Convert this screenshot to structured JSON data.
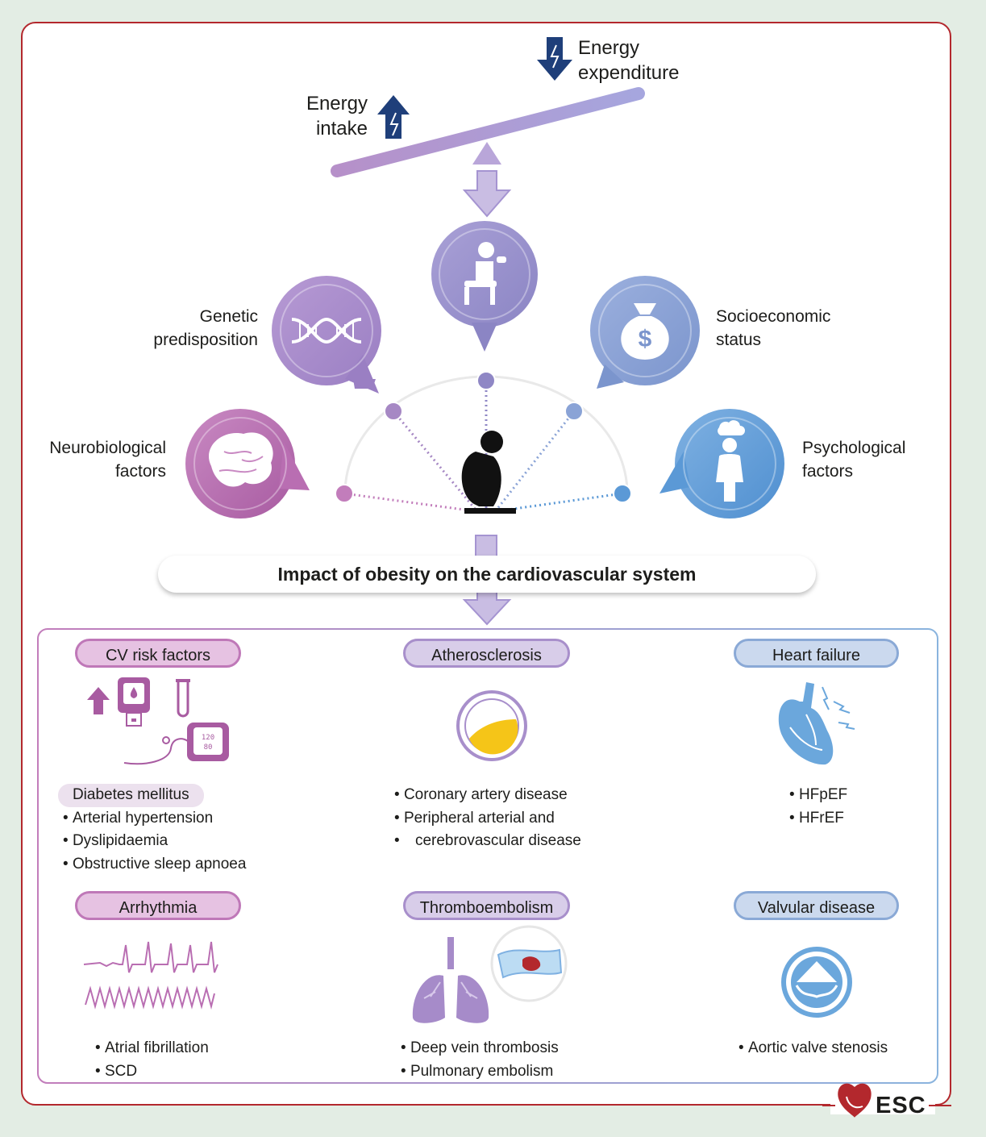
{
  "top": {
    "energy_expenditure_line1": "Energy",
    "energy_expenditure_line2": "expenditure",
    "energy_intake_line1": "Energy",
    "energy_intake_line2": "intake"
  },
  "factors": {
    "genetic_line1": "Genetic",
    "genetic_line2": "predisposition",
    "socioeconomic_line1": "Socioeconomic",
    "socioeconomic_line2": "status",
    "neuro_line1": "Neurobiological",
    "neuro_line2": "factors",
    "psych_line1": "Psychological",
    "psych_line2": "factors"
  },
  "impact_title": "Impact of obesity on the cardiovascular system",
  "sections": {
    "cv_risk": {
      "title": "CV risk factors",
      "items": [
        "Diabetes mellitus",
        "Arterial hypertension",
        "Dyslipidaemia",
        "Obstructive sleep apnoea"
      ]
    },
    "atherosclerosis": {
      "title": "Atherosclerosis",
      "items": [
        "Coronary artery disease",
        "Peripheral arterial and",
        "cerebrovascular disease"
      ]
    },
    "heart_failure": {
      "title": "Heart failure",
      "items": [
        "HFpEF",
        "HFrEF"
      ]
    },
    "arrhythmia": {
      "title": "Arrhythmia",
      "items": [
        "Atrial fibrillation",
        "SCD"
      ]
    },
    "thromboembolism": {
      "title": "Thromboembolism",
      "items": [
        "Deep vein thrombosis",
        "Pulmonary embolism"
      ]
    },
    "valvular": {
      "title": "Valvular disease",
      "items": [
        "Aortic valve stenosis"
      ]
    }
  },
  "logo": {
    "text": "ESC"
  },
  "colors": {
    "frame": "#b3282d",
    "pink": "#bf78b8",
    "violet": "#a88fcb",
    "blue": "#8aa9d6",
    "navy": "#1f3f7a",
    "yellow": "#f5c518"
  },
  "icons": [
    "energy-arrow-down-icon",
    "energy-arrow-up-icon",
    "seesaw-icon",
    "person-eating-icon",
    "dna-icon",
    "money-bag-icon",
    "brain-icon",
    "person-cloud-icon",
    "obese-person-icon",
    "glucometer-icon",
    "test-tube-icon",
    "blood-pressure-monitor-icon",
    "artery-plaque-icon",
    "heart-icon",
    "ecg-icon",
    "lungs-icon",
    "vein-clot-icon",
    "aortic-valve-icon",
    "esc-heart-logo-icon"
  ]
}
